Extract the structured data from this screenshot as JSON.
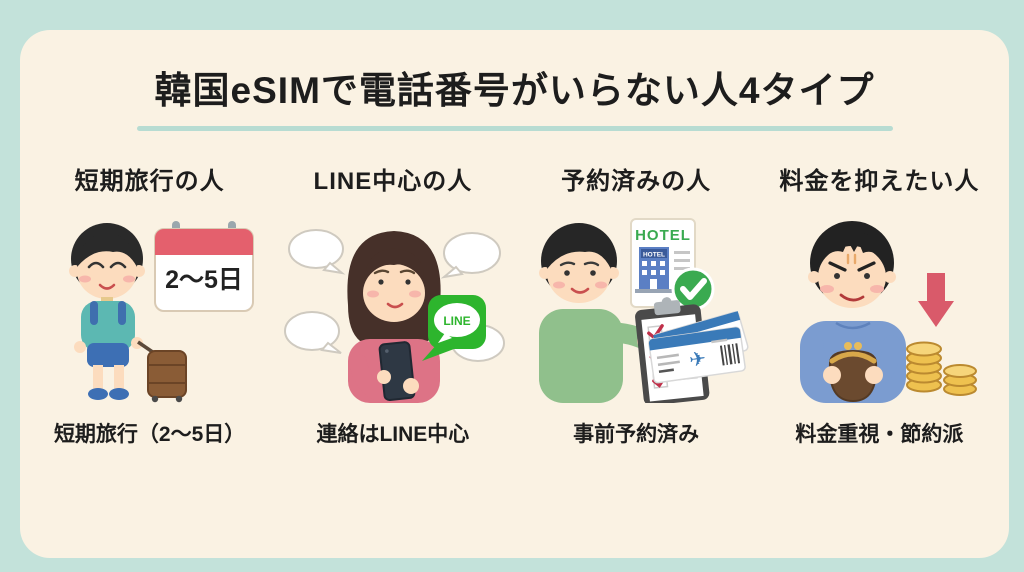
{
  "title": {
    "text": "韓国eSIMで電話番号がいらない人4タイプ"
  },
  "columns": [
    {
      "header": "短期旅行の人",
      "caption": "短期旅行（2〜5日）",
      "illustration": "boy traveler with backpack, suitcase and calendar",
      "labels": {
        "calendar": "2〜5日"
      }
    },
    {
      "header": "LINE中心の人",
      "caption": "連絡はLINE中心",
      "illustration": "woman using smartphone surrounded by chat bubbles and LINE bubble",
      "labels": {
        "line": "LINE"
      }
    },
    {
      "header": "予約済みの人",
      "caption": "事前予約済み",
      "illustration": "man pointing at checklist with hotel voucher and flight tickets",
      "labels": {
        "hotel": "HOTEL",
        "hotel_sign": "HOTEL",
        "plane_icon": "✈"
      }
    },
    {
      "header": "料金を抑えたい人",
      "caption": "料金重視・節約派",
      "illustration": "man gripping coin purse with gold coins and price-down arrow"
    }
  ],
  "colors": {
    "outer_background": "#c3e2da",
    "panel_background": "#faf2e3",
    "title_text": "#1d1d1d",
    "title_underline": "#b7dcd2",
    "calendar_header_red": "#e4606d",
    "line_green": "#2db52d",
    "check_green": "#3aaa50",
    "ticket_blue": "#3a7ab8",
    "arrow_red": "#d95a6a",
    "coin_gold": "#eec14f"
  }
}
